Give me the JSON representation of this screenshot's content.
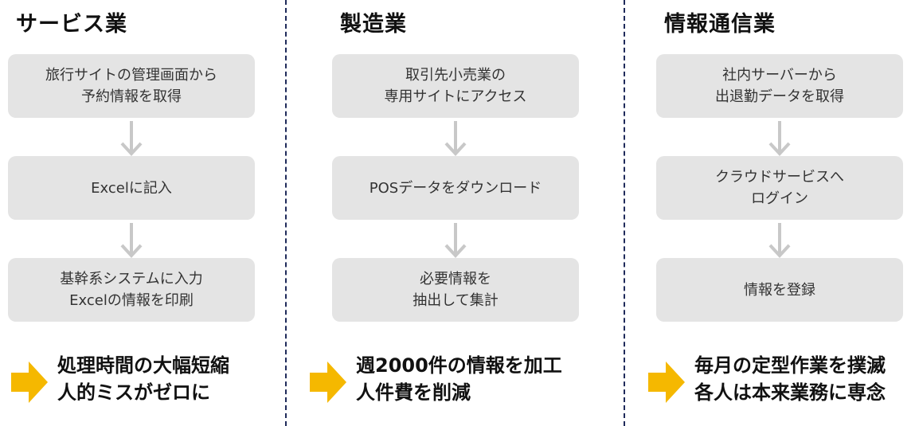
{
  "colors": {
    "box_fill": "#e4e4e4",
    "arrow_gray": "#c8c8c8",
    "result_arrow": "#f5b800",
    "divider": "#1f2a5a"
  },
  "columns": [
    {
      "title": "サービス業",
      "steps": [
        "旅行サイトの管理画面から\n予約情報を取得",
        "Excelに記入",
        "基幹系システムに入力\nExcelの情報を印刷"
      ],
      "result": "処理時間の大幅短縮\n人的ミスがゼロに"
    },
    {
      "title": "製造業",
      "steps": [
        "取引先小売業の\n専用サイトにアクセス",
        "POSデータをダウンロード",
        "必要情報を\n抽出して集計"
      ],
      "result": "週2000件の情報を加工\n人件費を削減"
    },
    {
      "title": "情報通信業",
      "steps": [
        "社内サーバーから\n出退勤データを取得",
        "クラウドサービスへ\nログイン",
        "情報を登録"
      ],
      "result": "毎月の定型作業を撲滅\n各人は本来業務に専念"
    }
  ]
}
